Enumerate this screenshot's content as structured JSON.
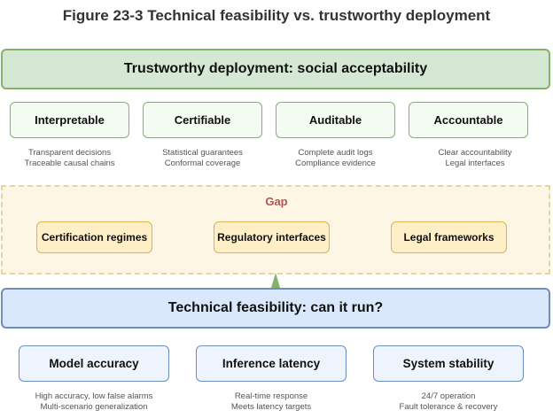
{
  "title": "Figure 23-3 Technical feasibility vs. trustworthy deployment",
  "trustworthy": {
    "heading": "Trustworthy deployment: social acceptability",
    "items": [
      {
        "label": "Interpretable",
        "desc1": "Transparent decisions",
        "desc2": "Traceable causal chains"
      },
      {
        "label": "Certifiable",
        "desc1": "Statistical guarantees",
        "desc2": "Conformal coverage"
      },
      {
        "label": "Auditable",
        "desc1": "Complete audit logs",
        "desc2": "Compliance evidence"
      },
      {
        "label": "Accountable",
        "desc1": "Clear accountability",
        "desc2": "Legal interfaces"
      }
    ]
  },
  "gap": {
    "label": "Gap",
    "items": [
      "Certification regimes",
      "Regulatory interfaces",
      "Legal frameworks"
    ]
  },
  "technical": {
    "heading": "Technical feasibility: can it run?",
    "items": [
      {
        "label": "Model accuracy",
        "desc1": "High accuracy, low false alarms",
        "desc2": "Multi-scenario generalization"
      },
      {
        "label": "Inference latency",
        "desc1": "Real-time response",
        "desc2": "Meets latency targets"
      },
      {
        "label": "System stability",
        "desc1": "24/7 operation",
        "desc2": "Fault tolerance & recovery"
      }
    ]
  },
  "colors": {
    "trust_fill": "#d5e8d4",
    "trust_border": "#82b366",
    "tech_fill": "#dae8fc",
    "tech_border": "#6c8ebf",
    "gap_fill": "#fef6e4",
    "gap_border": "#e6d59c",
    "gap_label": "#b85450",
    "gap_card_fill": "#ffefc7",
    "gap_card_border": "#d6b656"
  }
}
